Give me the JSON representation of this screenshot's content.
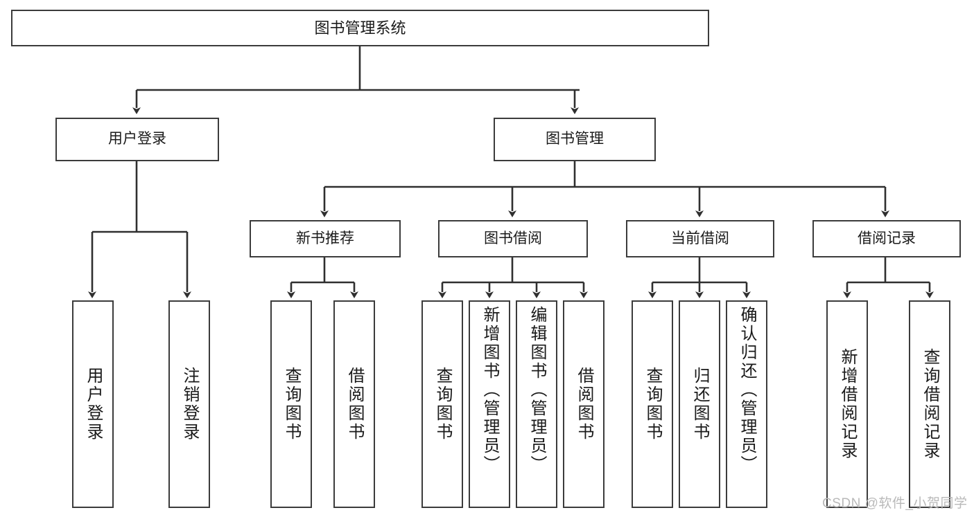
{
  "diagram": {
    "title": "图书管理系统",
    "type": "tree",
    "root": {
      "label": "图书管理系统"
    },
    "level2": [
      {
        "label": "用户登录"
      },
      {
        "label": "图书管理"
      }
    ],
    "level3": [
      {
        "label": "新书推荐"
      },
      {
        "label": "图书借阅"
      },
      {
        "label": "当前借阅"
      },
      {
        "label": "借阅记录"
      }
    ],
    "leaves": {
      "user_login": [
        {
          "label": "用户登录"
        },
        {
          "label": "注销登录"
        }
      ],
      "new_book_recommend": [
        {
          "label": "查询图书"
        },
        {
          "label": "借阅图书"
        }
      ],
      "book_borrow": [
        {
          "label": "查询图书"
        },
        {
          "label": "新增图书（管理员）"
        },
        {
          "label": "编辑图书（管理员）"
        },
        {
          "label": "借阅图书"
        }
      ],
      "current_borrow": [
        {
          "label": "查询图书"
        },
        {
          "label": "归还图书"
        },
        {
          "label": "确认归还（管理员）"
        }
      ],
      "borrow_records": [
        {
          "label": "新增借阅记录"
        },
        {
          "label": "查询借阅记录"
        }
      ]
    }
  },
  "watermark": {
    "text": "CSDN @软件_小贺同学"
  },
  "colors": {
    "stroke": "#3b3b3b",
    "background": "#ffffff",
    "text": "#1a1a1a",
    "watermark": "#b9b9b9"
  }
}
